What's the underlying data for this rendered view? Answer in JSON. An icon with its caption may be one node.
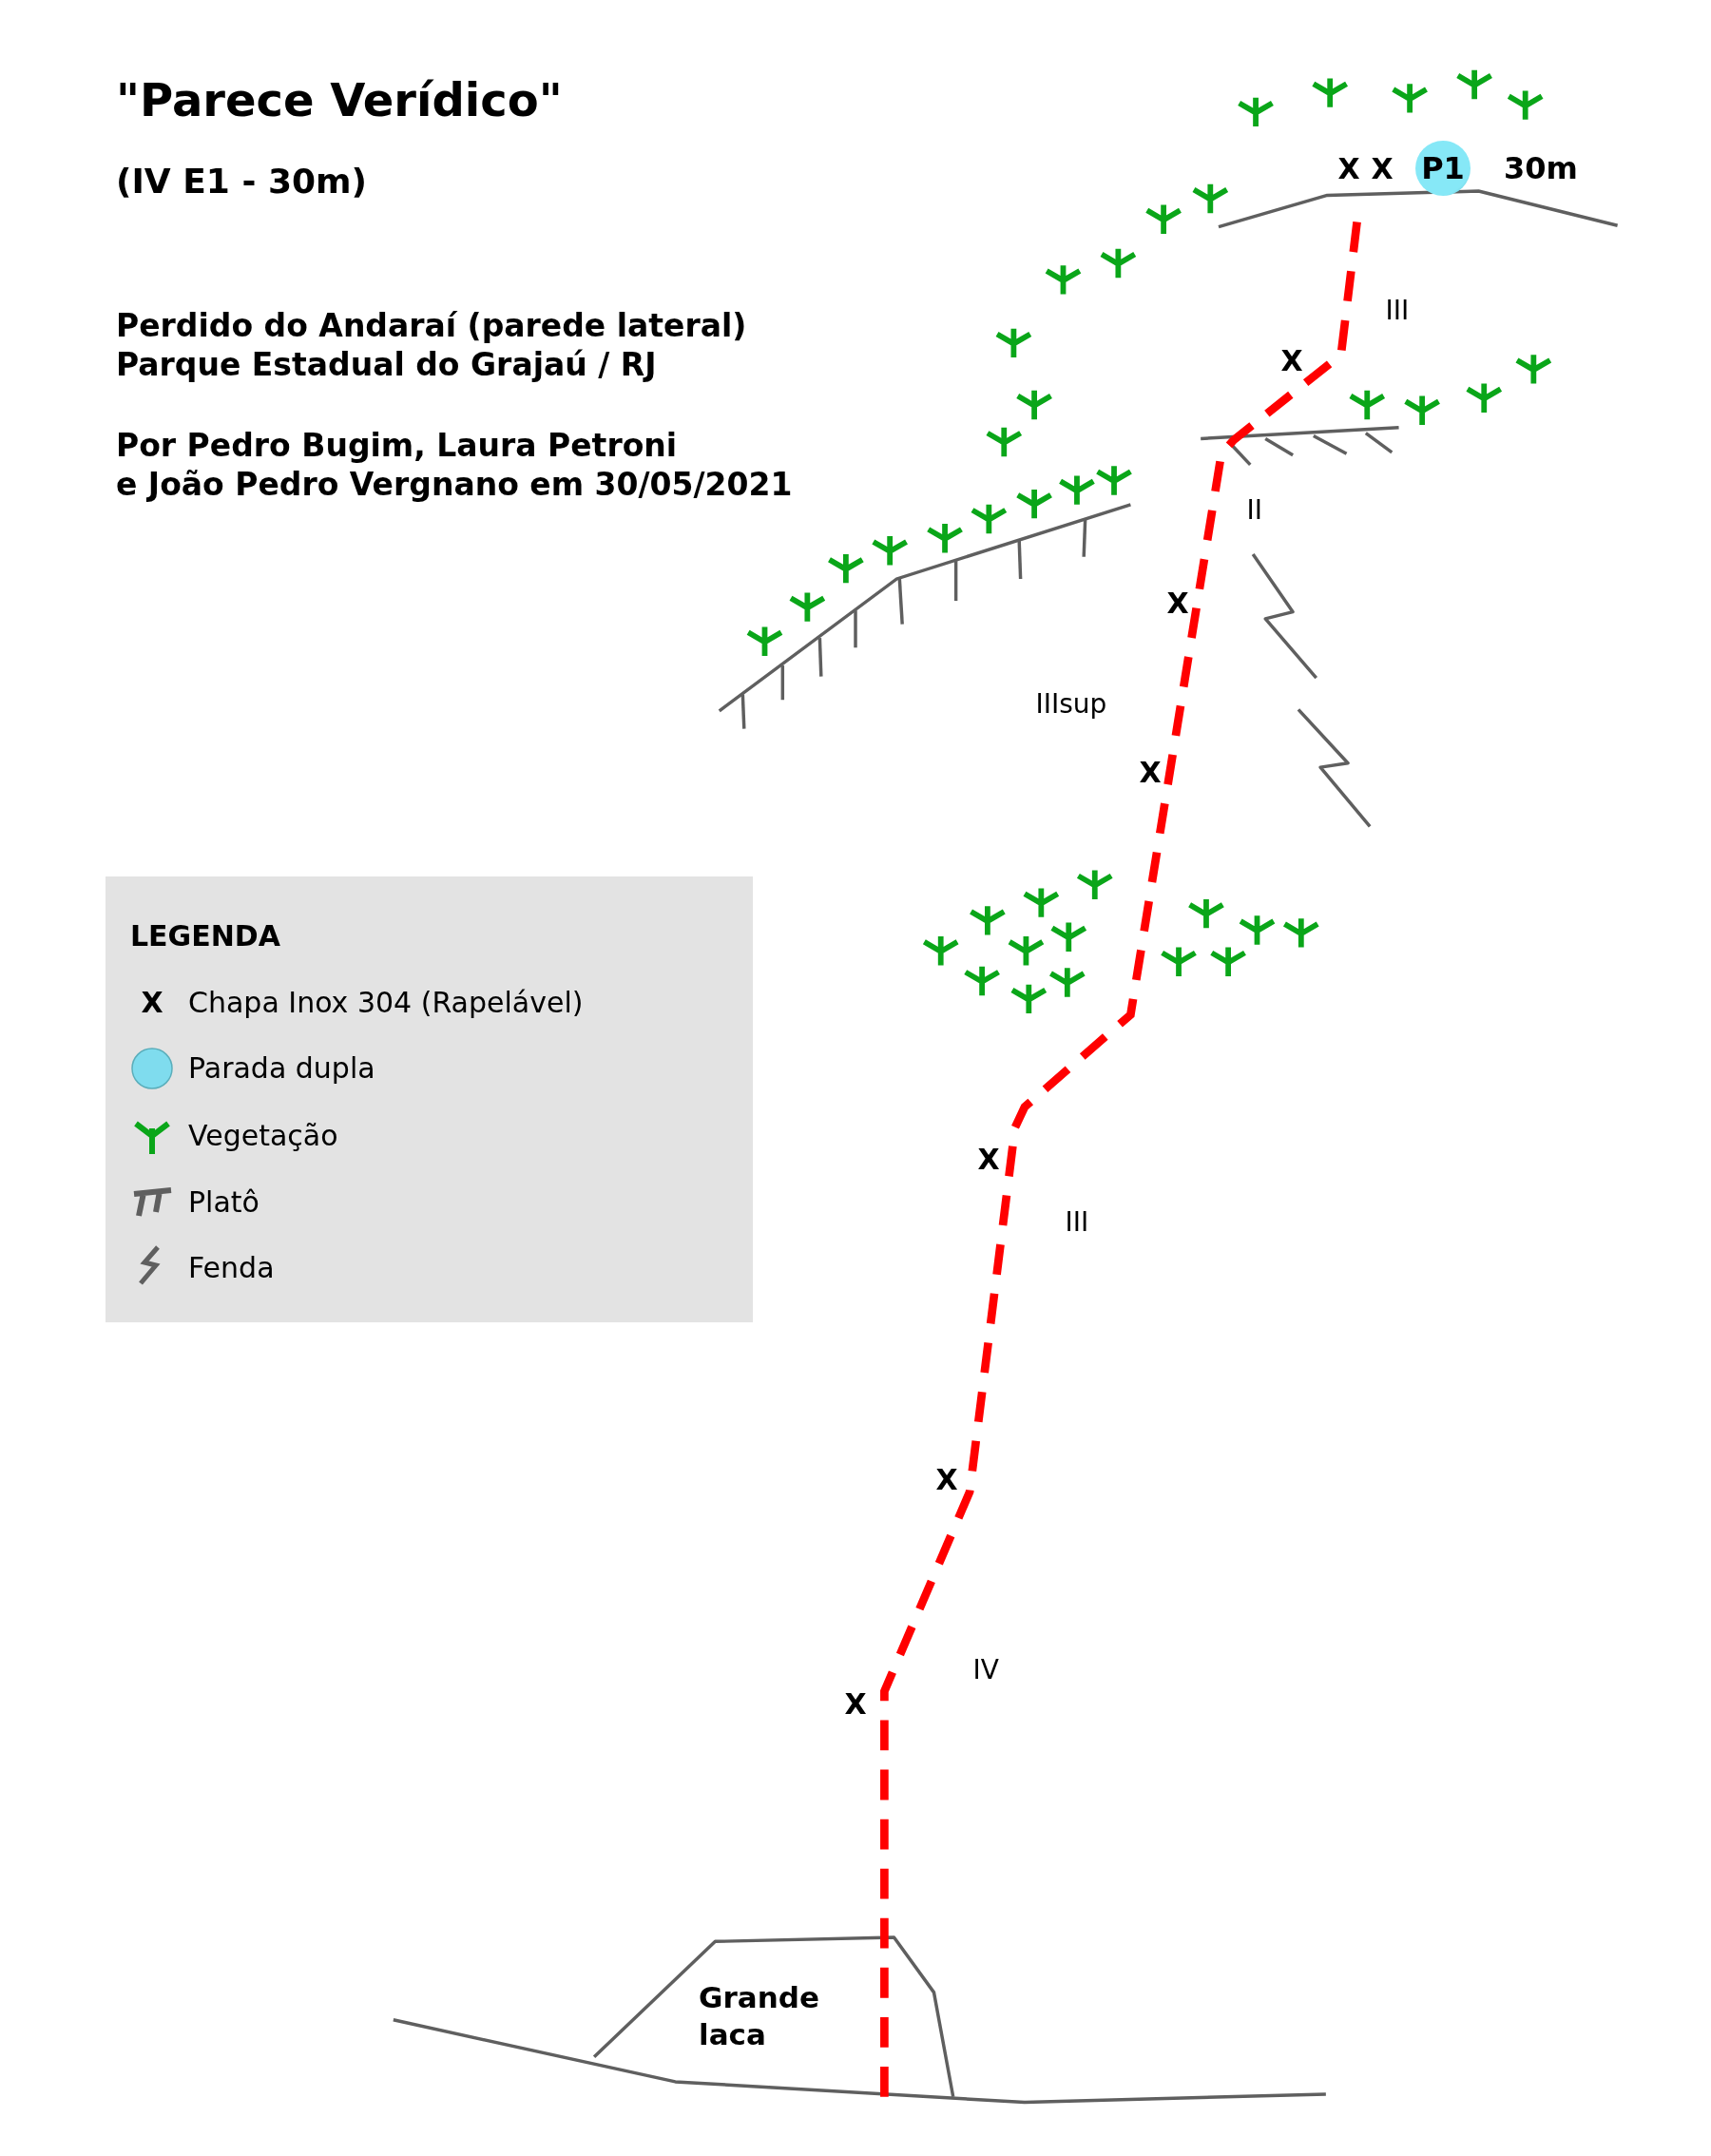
{
  "diagram": {
    "title": "\"Parece Verídico\"",
    "nodes": [
      {
        "text": [
          "P1"
        ],
        "beside": [
          "30m"
        ]
      },
      {
        "text": [
          "Grande laca"
        ]
      }
    ],
    "labels": [
      "(IV E1 - 30m)",
      "Perdido do Andaraí (parede lateral)",
      "Parque Estadual do Grajaú / RJ",
      "Por Pedro Bugim, Laura Petroni e João Pedro Vergnano em 30/05/2021",
      "X",
      "X",
      "III",
      "X",
      "II",
      "X",
      "IIIsup",
      "X",
      "X",
      "III",
      "X",
      "IV",
      "X",
      "LEGENDA",
      "X"
    ],
    "legend": [
      {
        "text": "Chapa Inox 304 (Rapelável)"
      },
      {
        "text": "Parada dupla",
        "color": "#7fdcee"
      },
      {
        "text": "Vegetação"
      },
      {
        "text": "Platô"
      },
      {
        "text": "Fenda"
      }
    ]
  }
}
